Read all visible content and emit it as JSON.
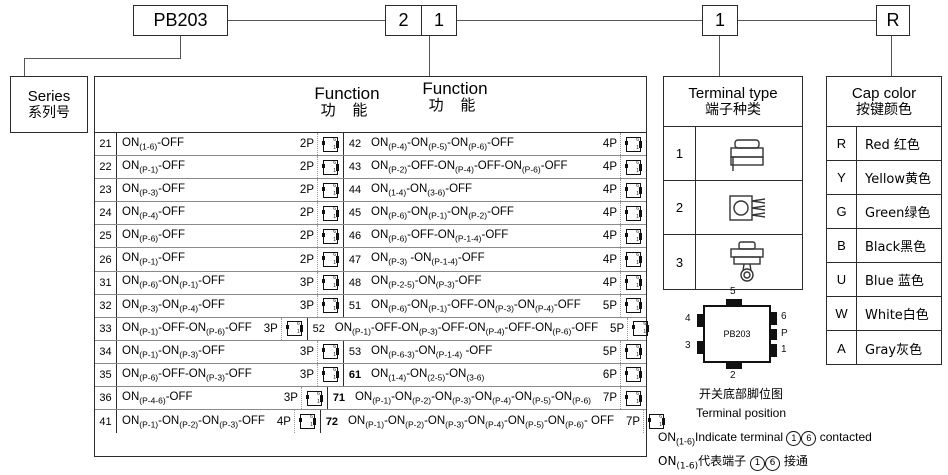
{
  "header": {
    "series_box": {
      "en": "Series",
      "cn": "系列号"
    },
    "model": "PB203",
    "code_function_tens": "2",
    "code_function_units": "1",
    "code_terminal": "1",
    "code_cap_color": "R"
  },
  "function_table": {
    "title_en_left": "Function",
    "title_cn_left": "功 能",
    "title_en_right": "Function",
    "title_cn_right": "功 能",
    "rows": [
      {
        "l_no": "21",
        "l_fn": "ON(1-6)-OFF",
        "l_p": "2P",
        "r_no": "42",
        "r_fn": "ON(P-4)-ON(P-5)-ON(P-6)-OFF",
        "r_p": "4P"
      },
      {
        "l_no": "22",
        "l_fn": "ON(P-1)-OFF",
        "l_p": "2P",
        "r_no": "43",
        "r_fn": "ON(P-2)-OFF-ON(P-4)-OFF-ON(P-6)-OFF",
        "r_p": "4P"
      },
      {
        "l_no": "23",
        "l_fn": "ON(P-3)-OFF",
        "l_p": "2P",
        "r_no": "44",
        "r_fn": "ON(1-4)-ON(3-6)-OFF",
        "r_p": "4P"
      },
      {
        "l_no": "24",
        "l_fn": "ON(P-4)-OFF",
        "l_p": "2P",
        "r_no": "45",
        "r_fn": "ON(P-6)-ON(P-1)-ON(P-2)-OFF",
        "r_p": "4P"
      },
      {
        "l_no": "25",
        "l_fn": "ON(P-6)-OFF",
        "l_p": "2P",
        "r_no": "46",
        "r_fn": "ON(P-6)-OFF-ON(P-1-4)-OFF",
        "r_p": "4P"
      },
      {
        "l_no": "26",
        "l_fn": "ON(P-1)-OFF",
        "l_p": "2P",
        "r_no": "47",
        "r_fn": "ON(P-3) -ON(P-1-4)-OFF",
        "r_p": "4P"
      },
      {
        "l_no": "31",
        "l_fn": "ON(P-6)-ON(P-1)-OFF",
        "l_p": "3P",
        "r_no": "48",
        "r_fn": "ON(P-2-5)-ON(P-3)-OFF",
        "r_p": "4P"
      },
      {
        "l_no": "32",
        "l_fn": "ON(P-3)-ON(P-4)-OFF",
        "l_p": "3P",
        "r_no": "51",
        "r_fn": "ON(P-6)-ON(P-1)-OFF-ON(P-3)-ON(P-4)-OFF",
        "r_p": "5P"
      },
      {
        "l_no": "33",
        "l_fn": "ON(P-1)-OFF-ON(P-6)-OFF",
        "l_p": "3P",
        "r_no": "52",
        "r_fn": "ON(P-1)-OFF-ON(P-3)-OFF-ON(P-4)-OFF-ON(P-6)-OFF",
        "r_p": "5P"
      },
      {
        "l_no": "34",
        "l_fn": "ON(P-1)-ON(P-3)-OFF",
        "l_p": "3P",
        "r_no": "53",
        "r_fn": "ON(P-6-3)-ON(P-1-4) -OFF",
        "r_p": "5P"
      },
      {
        "l_no": "35",
        "l_fn": "ON(P-6)-OFF-ON(P-3)-OFF",
        "l_p": "3P",
        "r_no": "61",
        "r_fn": "ON(1-4)-ON(2-5)-ON(3-6)",
        "r_p": "6P",
        "r_bold": true
      },
      {
        "l_no": "36",
        "l_fn": "ON(P-4-6)-OFF",
        "l_p": "3P",
        "r_no": "71",
        "r_fn": "ON(P-1)-ON(P-2)-ON(P-3)-ON(P-4)-ON(P-5)-ON(P-6)",
        "r_p": "7P",
        "r_bold": true
      },
      {
        "l_no": "41",
        "l_fn": "ON(P-1)-ON(P-2)-ON(P-3)-OFF",
        "l_p": "4P",
        "r_no": "72",
        "r_fn": "ON(P-1)-ON(P-2)-ON(P-3)-ON(P-4)-ON(P-5)-ON(P-6)- OFF",
        "r_p": "7P",
        "r_bold": true
      }
    ]
  },
  "terminal_type": {
    "title_en": "Terminal type",
    "title_cn": "端子种类",
    "rows": [
      {
        "code": "1",
        "icon": "terminal-solder-lug-icon"
      },
      {
        "code": "2",
        "icon": "terminal-pcb-pins-icon"
      },
      {
        "code": "3",
        "icon": "terminal-ring-lug-icon"
      }
    ]
  },
  "cap_color": {
    "title_en": "Cap color",
    "title_cn": "按键颜色",
    "rows": [
      {
        "code": "R",
        "label": "Red 红色",
        "hex": "#e02020"
      },
      {
        "code": "Y",
        "label": "Yellow黄色",
        "hex": "#ffd400"
      },
      {
        "code": "G",
        "label": "Green绿色",
        "hex": "#1faa42"
      },
      {
        "code": "B",
        "label": "Black黑色",
        "hex": "#111111"
      },
      {
        "code": "U",
        "label": "Blue 蓝色",
        "hex": "#1a4fd6"
      },
      {
        "code": "W",
        "label": "White白色",
        "hex": "#ffffff"
      },
      {
        "code": "A",
        "label": "Gray灰色",
        "hex": "#9a9a9a"
      }
    ]
  },
  "pinout": {
    "chip_label": "PB203",
    "pin_top": "5",
    "pin_bottom": "2",
    "pin_left_upper": "4",
    "pin_left_lower": "3",
    "pin_right_upper": "6",
    "pin_right_mid": "P",
    "pin_right_lower": "1",
    "caption_cn": "开关底部脚位图",
    "caption_en": "Terminal position",
    "note_en_prefix": "ON",
    "note_en_sub": "(1-6)",
    "note_en_mid": "Indicate terminal",
    "note_en_c1": "1",
    "note_en_c2": "6",
    "note_en_suffix": "contacted",
    "note_cn_prefix": "ON",
    "note_cn_sub": "(1-6)",
    "note_cn_mid": "代表端子",
    "note_cn_c1": "1",
    "note_cn_c2": "6",
    "note_cn_suffix": "接通"
  }
}
